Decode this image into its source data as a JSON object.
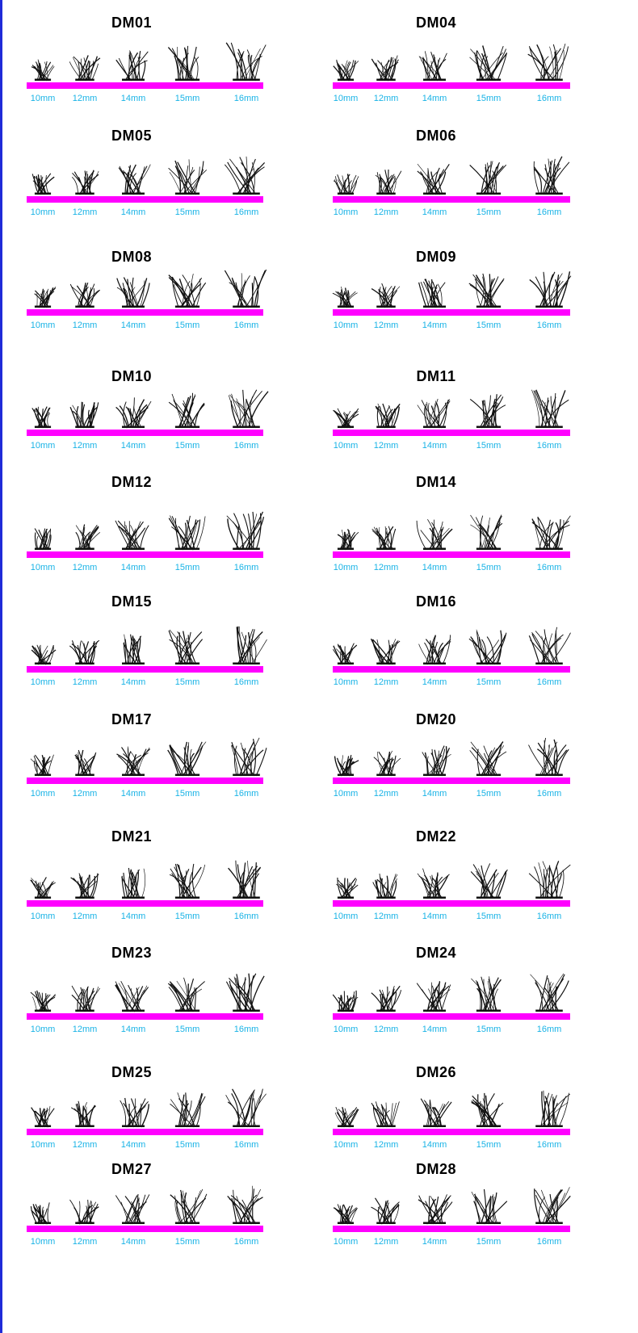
{
  "accent_colors": {
    "bar": "#ff00ff",
    "label": "#19b3e6",
    "frame": "#1f2bd8",
    "lash": "#111111"
  },
  "lengths": [
    "10mm",
    "12mm",
    "14mm",
    "15mm",
    "16mm"
  ],
  "products": [
    {
      "name": "DM01"
    },
    {
      "name": "DM04"
    },
    {
      "name": "DM05"
    },
    {
      "name": "DM06"
    },
    {
      "name": "DM08"
    },
    {
      "name": "DM09"
    },
    {
      "name": "DM10"
    },
    {
      "name": "DM11"
    },
    {
      "name": "DM12"
    },
    {
      "name": "DM14"
    },
    {
      "name": "DM15"
    },
    {
      "name": "DM16"
    },
    {
      "name": "DM17"
    },
    {
      "name": "DM20"
    },
    {
      "name": "DM21"
    },
    {
      "name": "DM22"
    },
    {
      "name": "DM23"
    },
    {
      "name": "DM24"
    },
    {
      "name": "DM25"
    },
    {
      "name": "DM26"
    },
    {
      "name": "DM27"
    },
    {
      "name": "DM28"
    }
  ]
}
